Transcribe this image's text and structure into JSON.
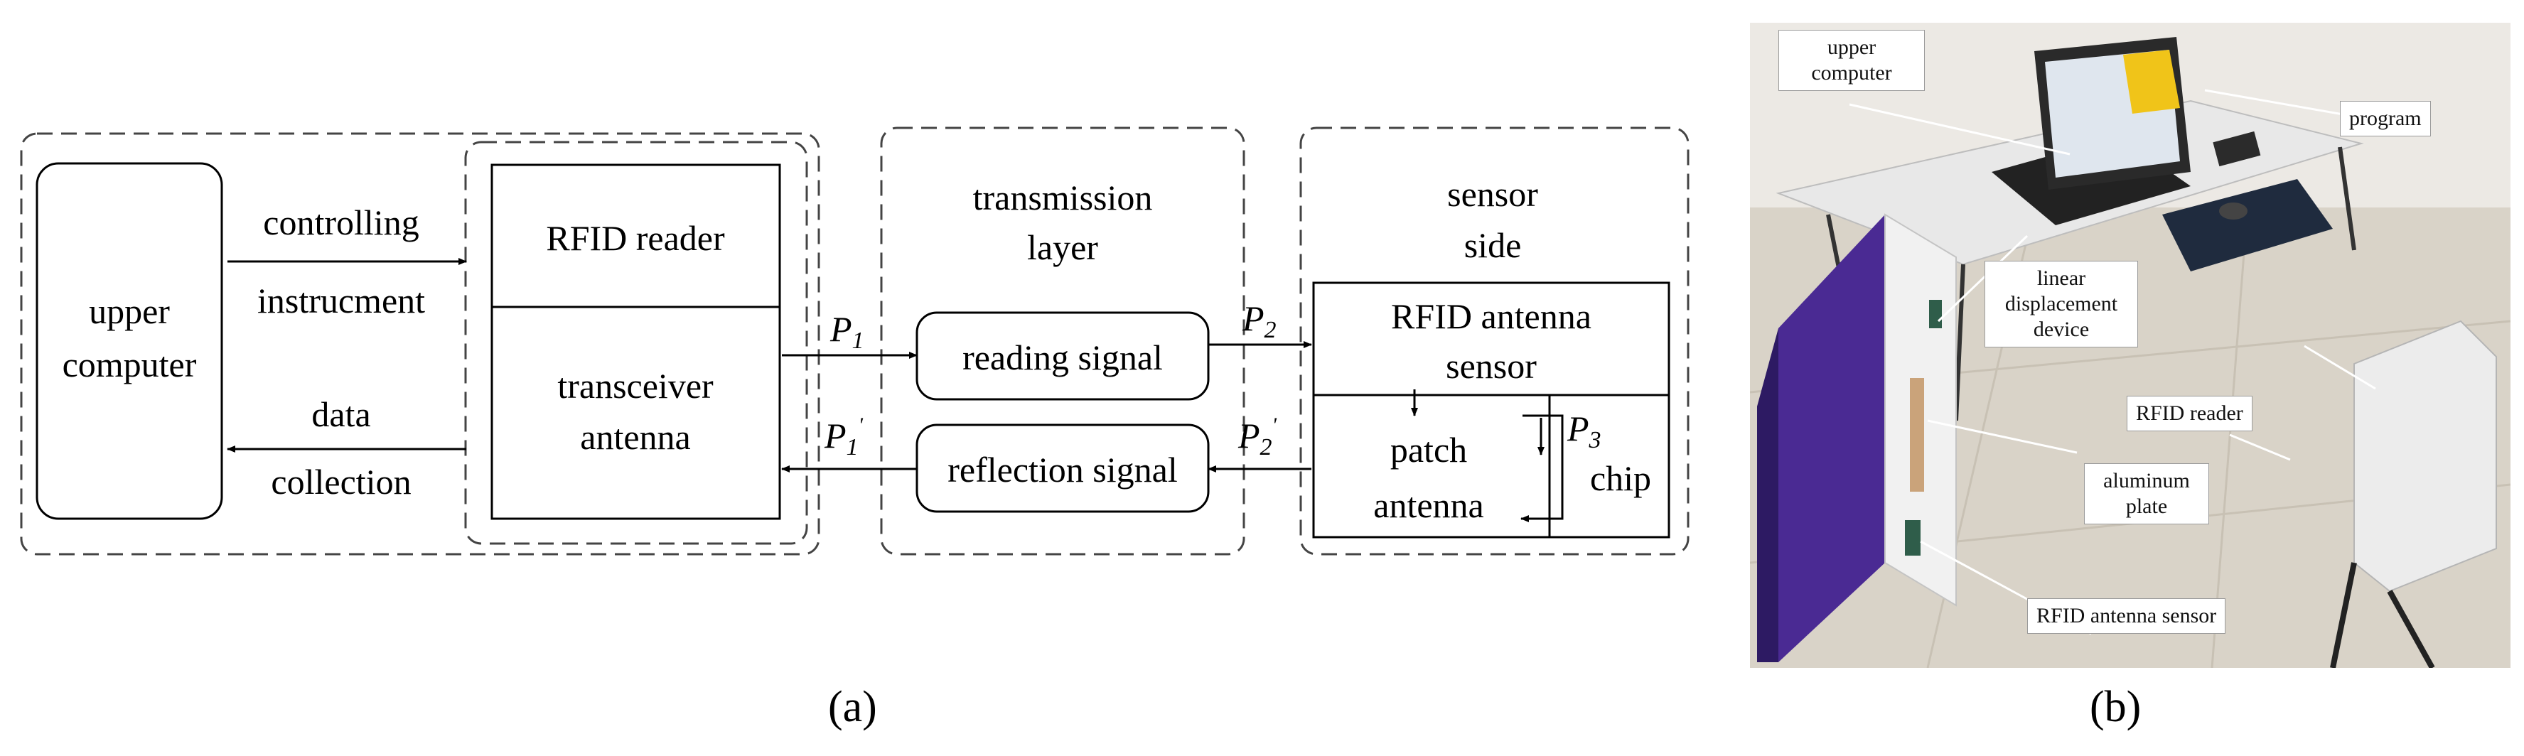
{
  "panel_a": {
    "caption": "(a)",
    "blocks": {
      "upper_computer": [
        "upper",
        "computer"
      ],
      "rfid_reader": "RFID reader",
      "transceiver": [
        "transceiver",
        "antenna"
      ],
      "transmission_layer": [
        "transmission",
        "layer"
      ],
      "reading_signal": "reading signal",
      "reflection_signal": "reflection signal",
      "sensor_side": [
        "sensor",
        "side"
      ],
      "rfid_antenna_sensor": [
        "RFID antenna",
        "sensor"
      ],
      "patch_antenna": [
        "patch",
        "antenna"
      ],
      "chip": "chip"
    },
    "arrows": {
      "controlling": [
        "controlling",
        "instrucment"
      ],
      "data_collection": [
        "data",
        "collection"
      ]
    },
    "power_labels": {
      "p1": "P",
      "p1_sub": "1",
      "p1p": "P",
      "p1p_sub": "1",
      "p2": "P",
      "p2_sub": "2",
      "p2p": "P",
      "p2p_sub": "2",
      "p3": "P",
      "p3_sub": "3"
    }
  },
  "panel_b": {
    "caption": "(b)",
    "labels": {
      "upper_computer": "upper computer",
      "program": "program",
      "linear_displacement": "linear displacement device",
      "rfid_reader": "RFID reader",
      "aluminum_plate": "aluminum plate",
      "rfid_antenna_sensor": "RFID antenna sensor"
    }
  }
}
